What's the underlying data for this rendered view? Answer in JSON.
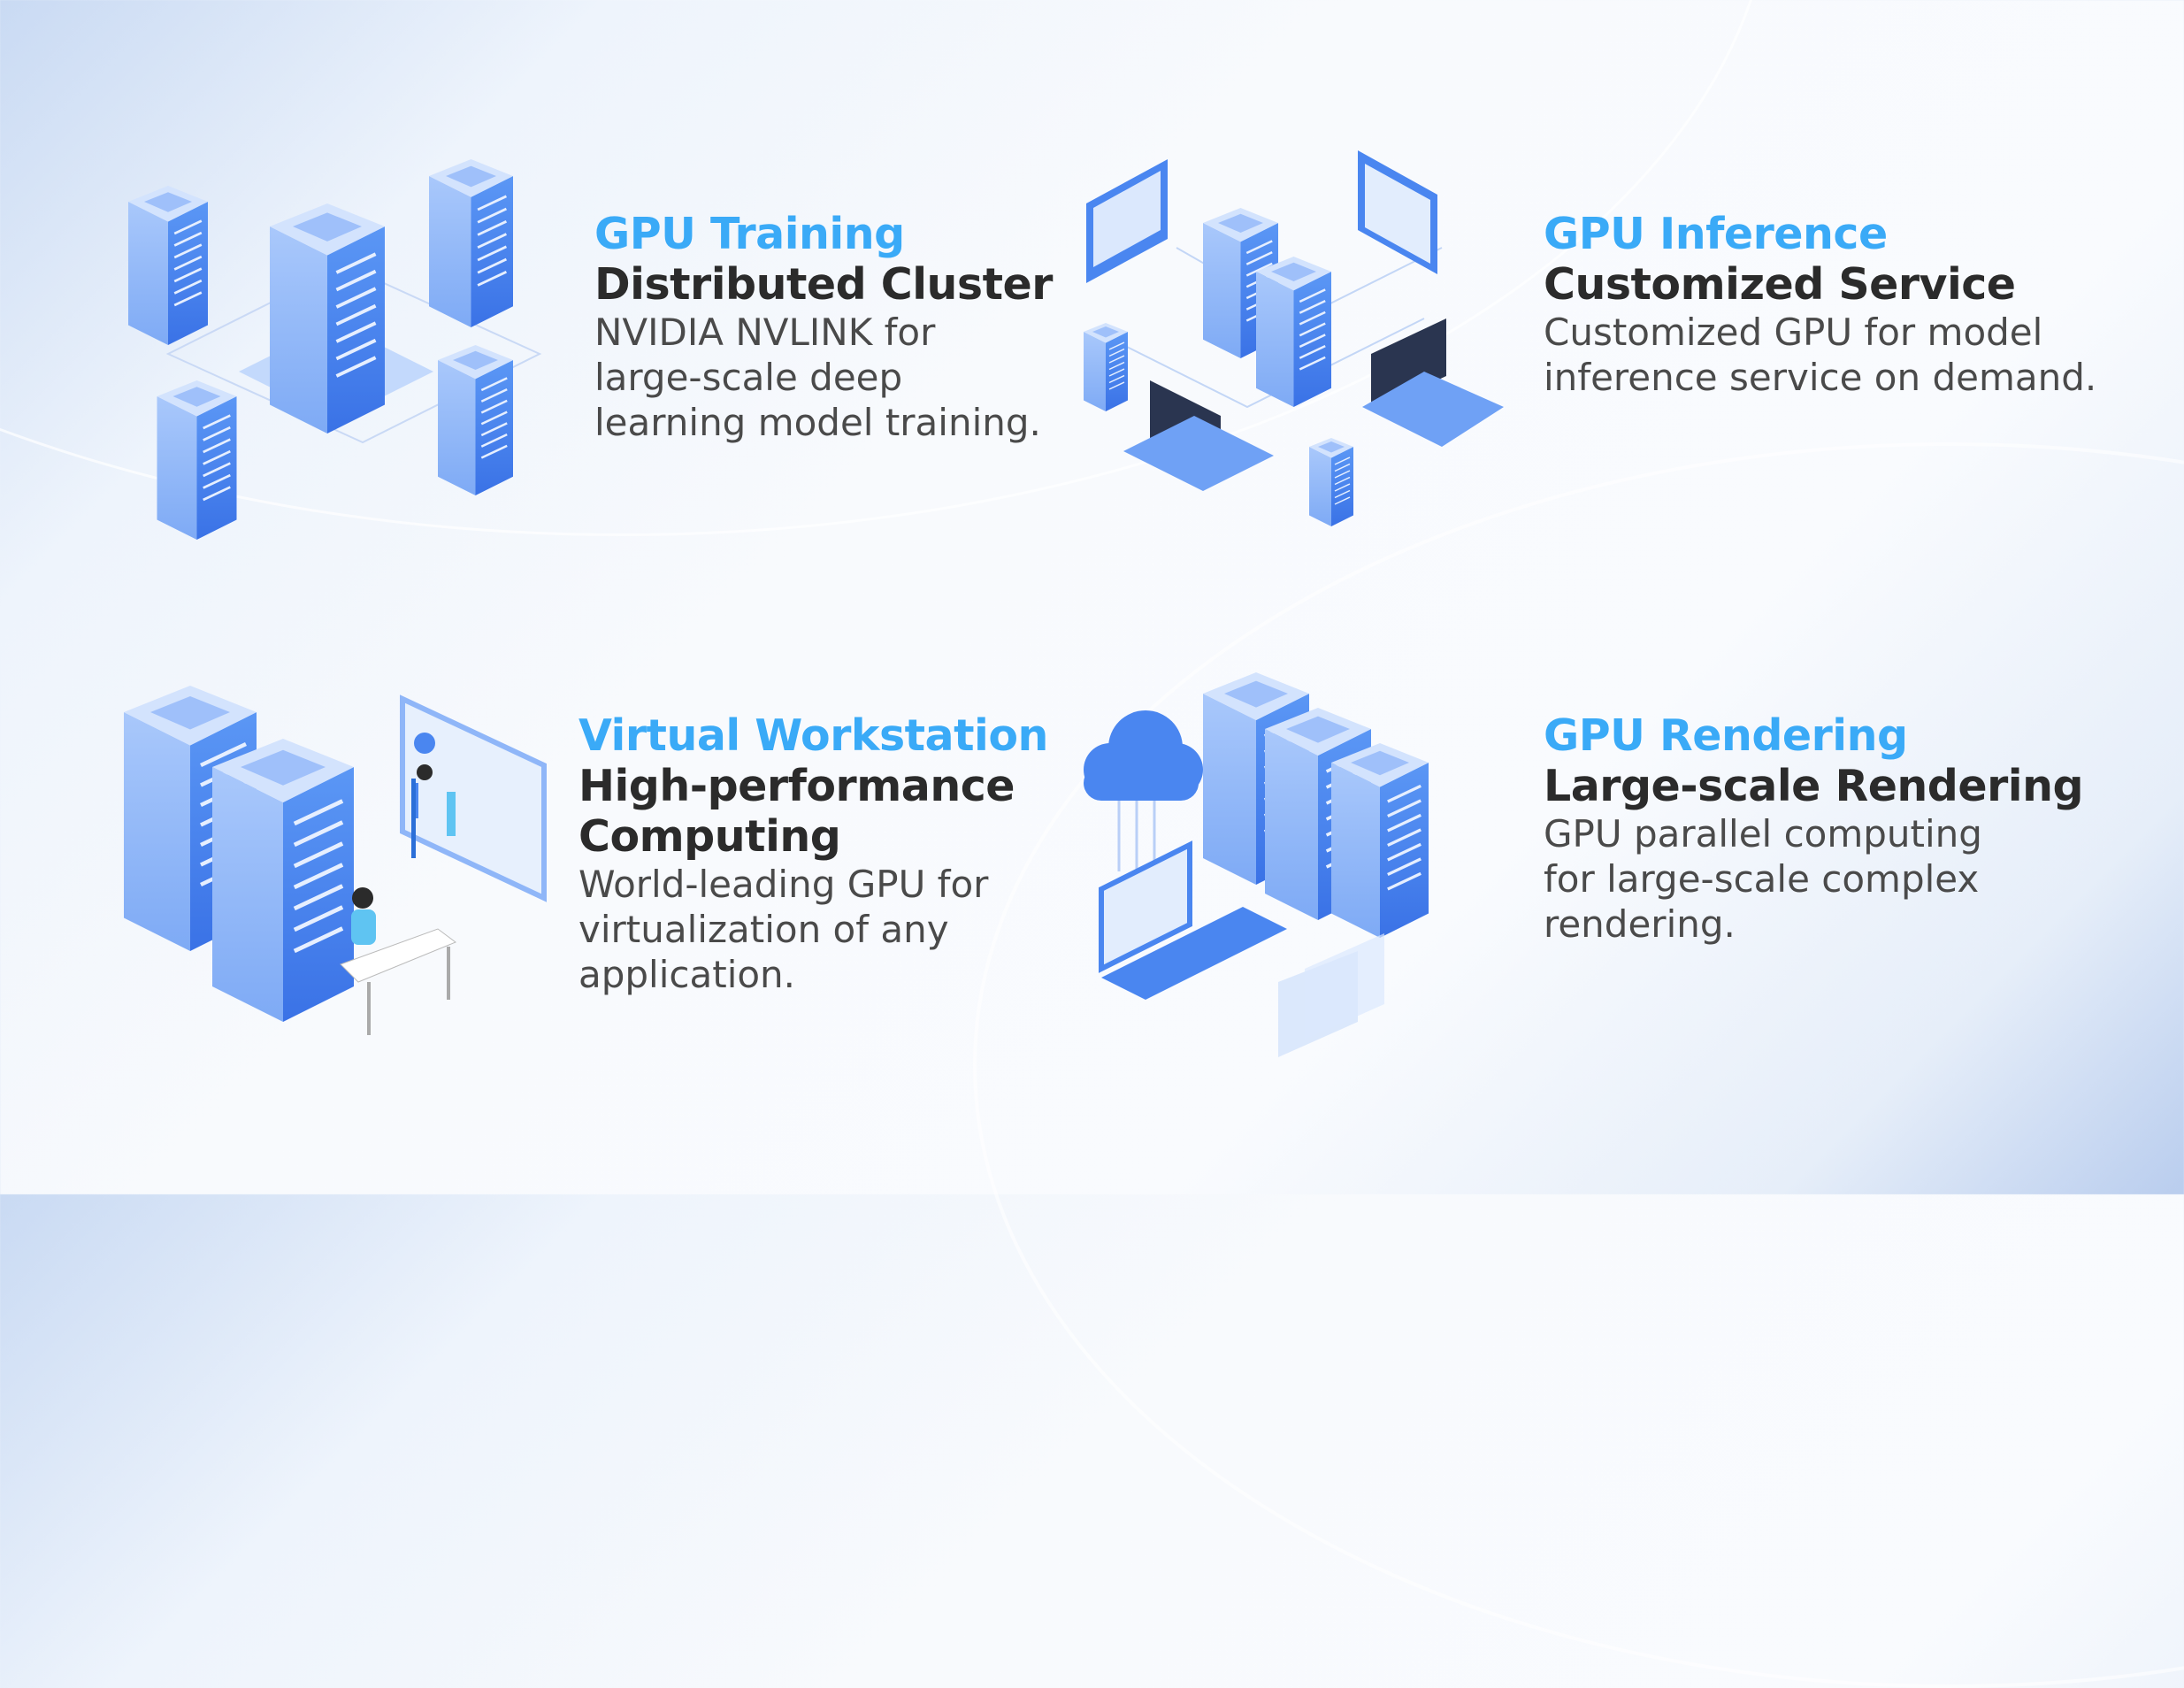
{
  "colors": {
    "accent": "#3aaaf7",
    "heading": "#2b2b2b",
    "body": "#4a4a4a",
    "server": "#4a86f0"
  },
  "features": [
    {
      "label": "GPU Training",
      "title": "Distributed Cluster",
      "lines": [
        "NVIDIA NVLINK for",
        "large-scale deep",
        "learning model training."
      ],
      "icon": "server-cluster-icon"
    },
    {
      "label": "GPU Inference",
      "title": "Customized Service",
      "lines": [
        "Customized GPU for model",
        "inference service on demand."
      ],
      "icon": "inference-network-icon"
    },
    {
      "label": "Virtual Workstation",
      "title_lines": [
        "High-performance",
        "Computing"
      ],
      "lines": [
        "World-leading GPU for",
        "virtualization of any",
        "application."
      ],
      "icon": "workstation-icon"
    },
    {
      "label": "GPU Rendering",
      "title": "Large-scale Rendering",
      "lines": [
        "GPU parallel computing",
        "for large-scale complex",
        "rendering."
      ],
      "icon": "cloud-rendering-icon"
    }
  ]
}
